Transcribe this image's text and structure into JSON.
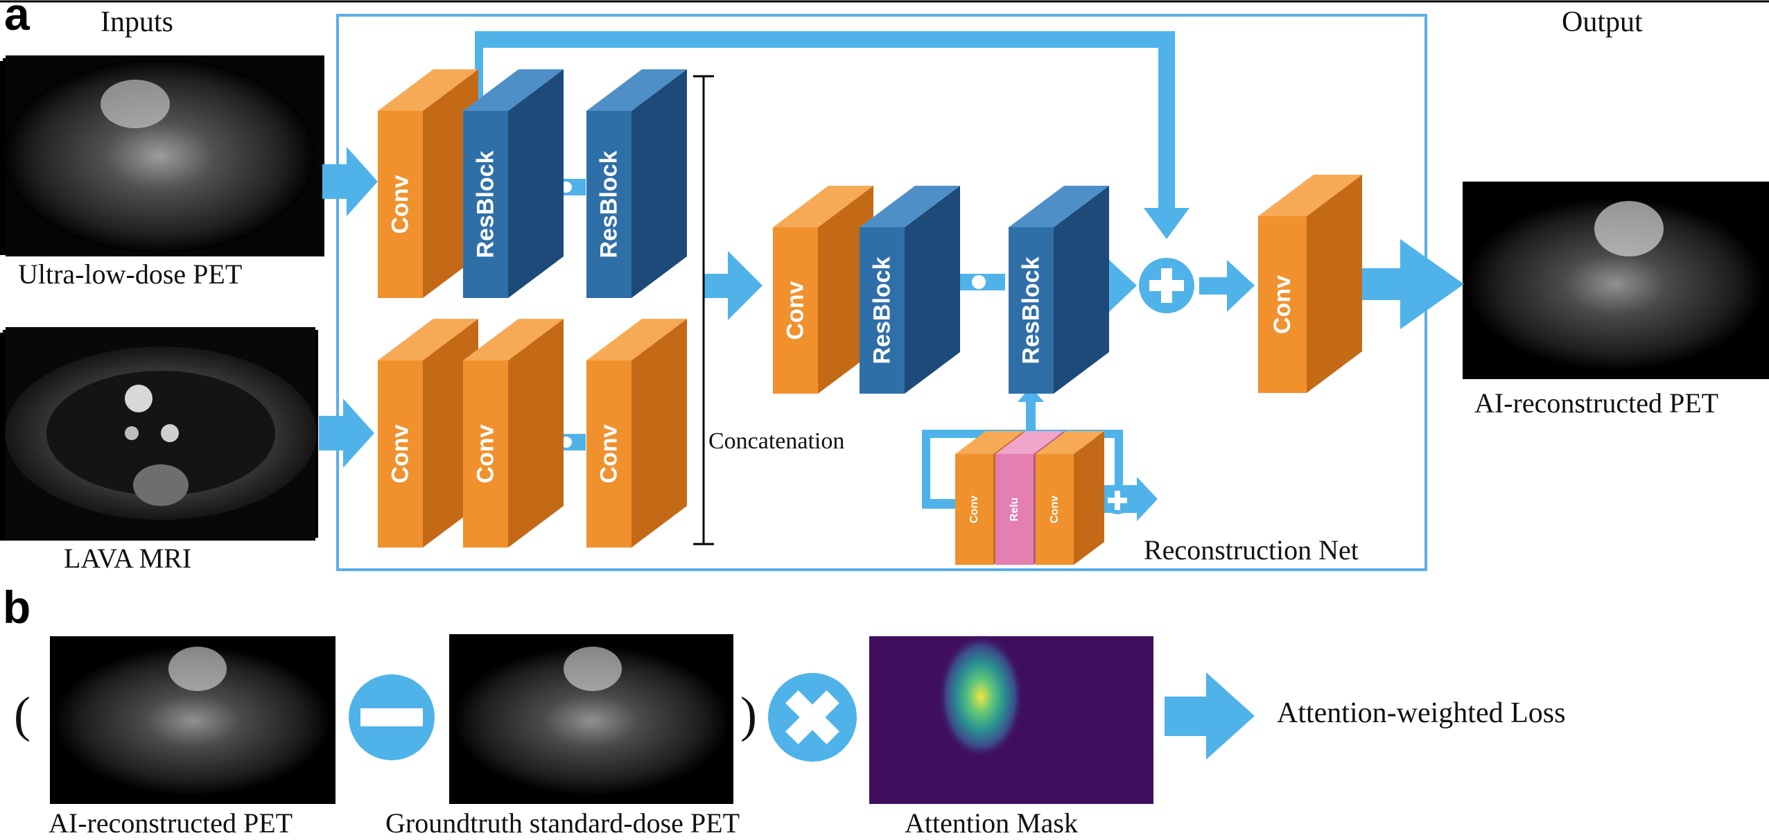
{
  "panel_a": {
    "letter": "a",
    "inputs_title": "Inputs",
    "output_title": "Output",
    "input_pet_label": "Ultra-low-dose PET",
    "input_mri_label": "LAVA MRI",
    "output_label": "AI-reconstructed PET",
    "concat_label": "Concatenation",
    "net_label": "Reconstruction Net",
    "blocks": {
      "conv": "Conv",
      "resblock": "ResBlock",
      "relu": "Relu"
    }
  },
  "panel_b": {
    "letter": "b",
    "img1_label": "AI-reconstructed PET",
    "img2_label": "Groundtruth standard-dose PET",
    "img3_label": "Attention Mask",
    "open_paren": "(",
    "close_paren": ")",
    "result_label": "Attention-weighted Loss"
  },
  "colors": {
    "conv_front": "#f0912e",
    "conv_top": "#f7aa55",
    "conv_side": "#c46a17",
    "res_front": "#2f6fa8",
    "res_top": "#4f8fc8",
    "res_side": "#1d4a78",
    "relu_front": "#e47fb2",
    "arrow": "#4fb3ea",
    "frame": "#5aaee8"
  }
}
